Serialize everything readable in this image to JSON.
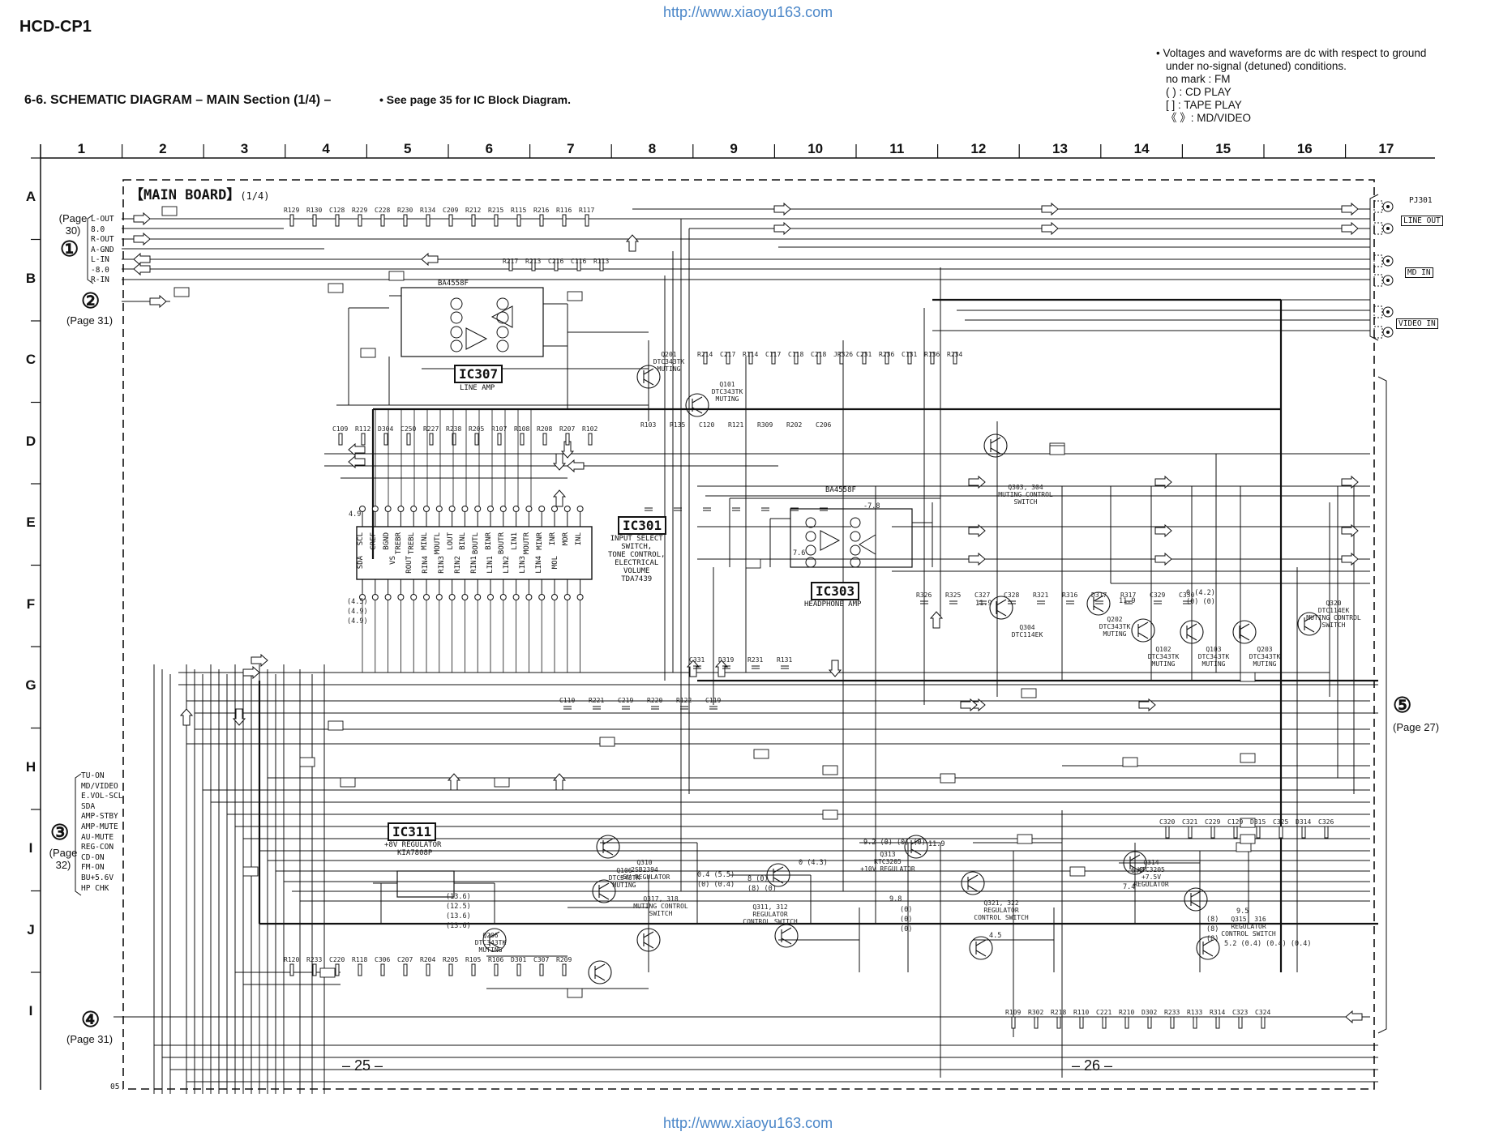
{
  "header": {
    "model": "HCD-CP1",
    "url": "http://www.xiaoyu163.com",
    "section_title": "6-6.   SCHEMATIC  DIAGRAM  – MAIN Section (1/4) –",
    "block_note": "• See page 35 for IC Block Diagram.",
    "notes": [
      "• Voltages and waveforms are dc with respect to ground",
      "under no-signal (detuned) conditions.",
      "no mark  : FM",
      "(         ) : CD PLAY",
      "[         ] : TAPE PLAY",
      "《       》: MD/VIDEO"
    ]
  },
  "grid": {
    "columns": [
      "1",
      "2",
      "3",
      "4",
      "5",
      "6",
      "7",
      "8",
      "9",
      "10",
      "11",
      "12",
      "13",
      "14",
      "15",
      "16",
      "17"
    ],
    "rows": [
      "A",
      "B",
      "C",
      "D",
      "E",
      "F",
      "G",
      "H",
      "I",
      "J",
      "I"
    ]
  },
  "board": {
    "label": "【MAIN BOARD】",
    "sub": "(1/4)"
  },
  "connectors": {
    "c1": {
      "num": "①",
      "page": "(Page 30)",
      "signals": [
        "L-OUT",
        "8.0",
        "R-OUT",
        "A-GND",
        "L-IN",
        "-8.0",
        "R-IN"
      ]
    },
    "c2": {
      "num": "②",
      "page": "(Page 31)"
    },
    "c3": {
      "num": "③",
      "page": "(Page 32)",
      "signals": [
        "TU-ON",
        "MD/VIDEO",
        "E.VOL-SCL",
        "SDA",
        "AMP-STBY",
        "AMP-MUTE",
        "AU-MUTE",
        "REG-CON",
        "CD-ON",
        "FM-ON",
        "BU+5.6V",
        "HP CHK"
      ]
    },
    "c4": {
      "num": "④",
      "page": "(Page 31)"
    },
    "c5": {
      "num": "⑤",
      "page": "(Page 27)"
    }
  },
  "jacks": {
    "ref": "PJ301",
    "labels": [
      "LINE OUT",
      "MD IN",
      "VIDEO IN"
    ]
  },
  "ics": [
    {
      "ref": "IC307",
      "part": "BA4558F",
      "desc": "LINE AMP"
    },
    {
      "ref": "IC301",
      "part": "TDA7439",
      "desc": [
        "INPUT SELECT",
        "SWITCH,",
        "TONE CONTROL,",
        "ELECTRICAL",
        "VOLUME"
      ]
    },
    {
      "ref": "IC303",
      "part": "BA4558F",
      "desc": "HEADPHONE AMP"
    },
    {
      "ref": "IC311",
      "part": "KIA7808P",
      "desc": "+8V REGULATOR"
    }
  ],
  "ic301_pins_top": [
    "SCL",
    "CREF",
    "BGND",
    "TREBR",
    "TREBL",
    "MINL",
    "MOUTL",
    "LOUT",
    "BINL",
    "BOUTL",
    "BINR",
    "BOUTR",
    "LIN1",
    "MOUTR",
    "MINR",
    "INR",
    "MOR",
    "INL"
  ],
  "ic301_pins_bottom": [
    "SDA",
    "",
    "VS",
    "ROUT",
    "RIN4",
    "RIN3",
    "RIN2",
    "RIN1",
    "LIN1",
    "LIN2",
    "LIN3",
    "LIN4",
    "MOL"
  ],
  "transistors": [
    {
      "ref": "Q201",
      "part": "DTC343TK",
      "desc": "MUTING"
    },
    {
      "ref": "Q101",
      "part": "DTC343TK",
      "desc": "MUTING"
    },
    {
      "ref": "Q303, 304",
      "part": "",
      "desc": "MUTING CONTROL SWITCH"
    },
    {
      "ref": "Q304",
      "part": "DTC114EK",
      "desc": ""
    },
    {
      "ref": "Q202",
      "part": "DTC343TK",
      "desc": "MUTING"
    },
    {
      "ref": "Q102",
      "part": "DTC343TK",
      "desc": "MUTING"
    },
    {
      "ref": "Q103",
      "part": "DTC343TK",
      "desc": "MUTING"
    },
    {
      "ref": "Q203",
      "part": "DTC343TK",
      "desc": "MUTING"
    },
    {
      "ref": "Q320",
      "part": "DTC114EK",
      "desc": "MUTING CONTROL SWITCH"
    },
    {
      "ref": "Q310",
      "part": "2SB2394",
      "desc": "+5V REGULATOR"
    },
    {
      "ref": "Q311, 312",
      "part": "",
      "desc": "REGULATOR CONTROL SWITCH"
    },
    {
      "ref": "Q313",
      "part": "KTC3205",
      "desc": "+10V REGULATOR"
    },
    {
      "ref": "Q321, 322",
      "part": "",
      "desc": "REGULATOR CONTROL SWITCH"
    },
    {
      "ref": "Q314",
      "part": "KTC3205",
      "desc": "+7.5V REGULATOR"
    },
    {
      "ref": "Q315, 316",
      "part": "",
      "desc": "REGULATOR CONTROL SWITCH"
    },
    {
      "ref": "Q317, 318",
      "part": "",
      "desc": "MUTING CONTROL SWITCH"
    },
    {
      "ref": "Q106",
      "part": "DTC343TK",
      "desc": "MUTING"
    },
    {
      "ref": "Q206",
      "part": "DTC343TK",
      "desc": "MUTING"
    }
  ],
  "components": [
    "R129",
    "R130",
    "C128",
    "R229",
    "C228",
    "R230",
    "R134",
    "C209",
    "R212",
    "R215",
    "R115",
    "R216",
    "R116",
    "R117",
    "R217",
    "R213",
    "C216",
    "C116",
    "R113",
    "R214",
    "C217",
    "R114",
    "C117",
    "C118",
    "C218",
    "JR326",
    "C231",
    "R236",
    "C131",
    "R136",
    "R234",
    "C109",
    "R112",
    "D304",
    "C250",
    "R227",
    "R238",
    "R205",
    "R107",
    "R108",
    "R208",
    "R207",
    "R102",
    "R103",
    "R135",
    "C120",
    "R121",
    "R309",
    "R202",
    "C206",
    "C110",
    "R221",
    "C219",
    "R220",
    "R122",
    "C119",
    "R120",
    "R233",
    "C220",
    "R118",
    "C306",
    "C207",
    "R204",
    "R205",
    "R105",
    "R106",
    "D301",
    "C307",
    "R209",
    "R109",
    "R302",
    "R218",
    "R110",
    "C221",
    "R210",
    "D302",
    "R233",
    "R133",
    "R314",
    "C323",
    "C324",
    "C320",
    "C321",
    "C229",
    "C129",
    "D315",
    "C325",
    "D314",
    "C326",
    "R326",
    "R325",
    "C327",
    "C328",
    "R321",
    "R316",
    "D317",
    "R317",
    "C329",
    "C330",
    "C331",
    "D319",
    "R231",
    "R131"
  ],
  "voltages": [
    "4.9",
    "(4.5)",
    "(4.9)",
    "(4.9)",
    "-7.8",
    "7.6",
    "11.9",
    "11.9",
    "0 (4.2)",
    "(0) (0)",
    "9.2 (0) (0) (0)",
    "11.9",
    "9.8",
    "(0)",
    "(0)",
    "(0)",
    "0.4 (5.5)",
    "(0) (0.4)",
    "8 (0)",
    "(8) (0)",
    "0 (4.3)",
    "4.5",
    "5.2 (0.4) (0.4) (0.4)",
    "9.5",
    "(8)",
    "(8)",
    "(8)",
    "6.8",
    "7.4",
    "(13.6)",
    "(12.5)",
    "(13.6)",
    "(13.6)"
  ],
  "footer": {
    "left_page": "– 25 –",
    "right_page": "– 26 –",
    "url": "http://www.xiaoyu163.com",
    "corner": "05"
  }
}
